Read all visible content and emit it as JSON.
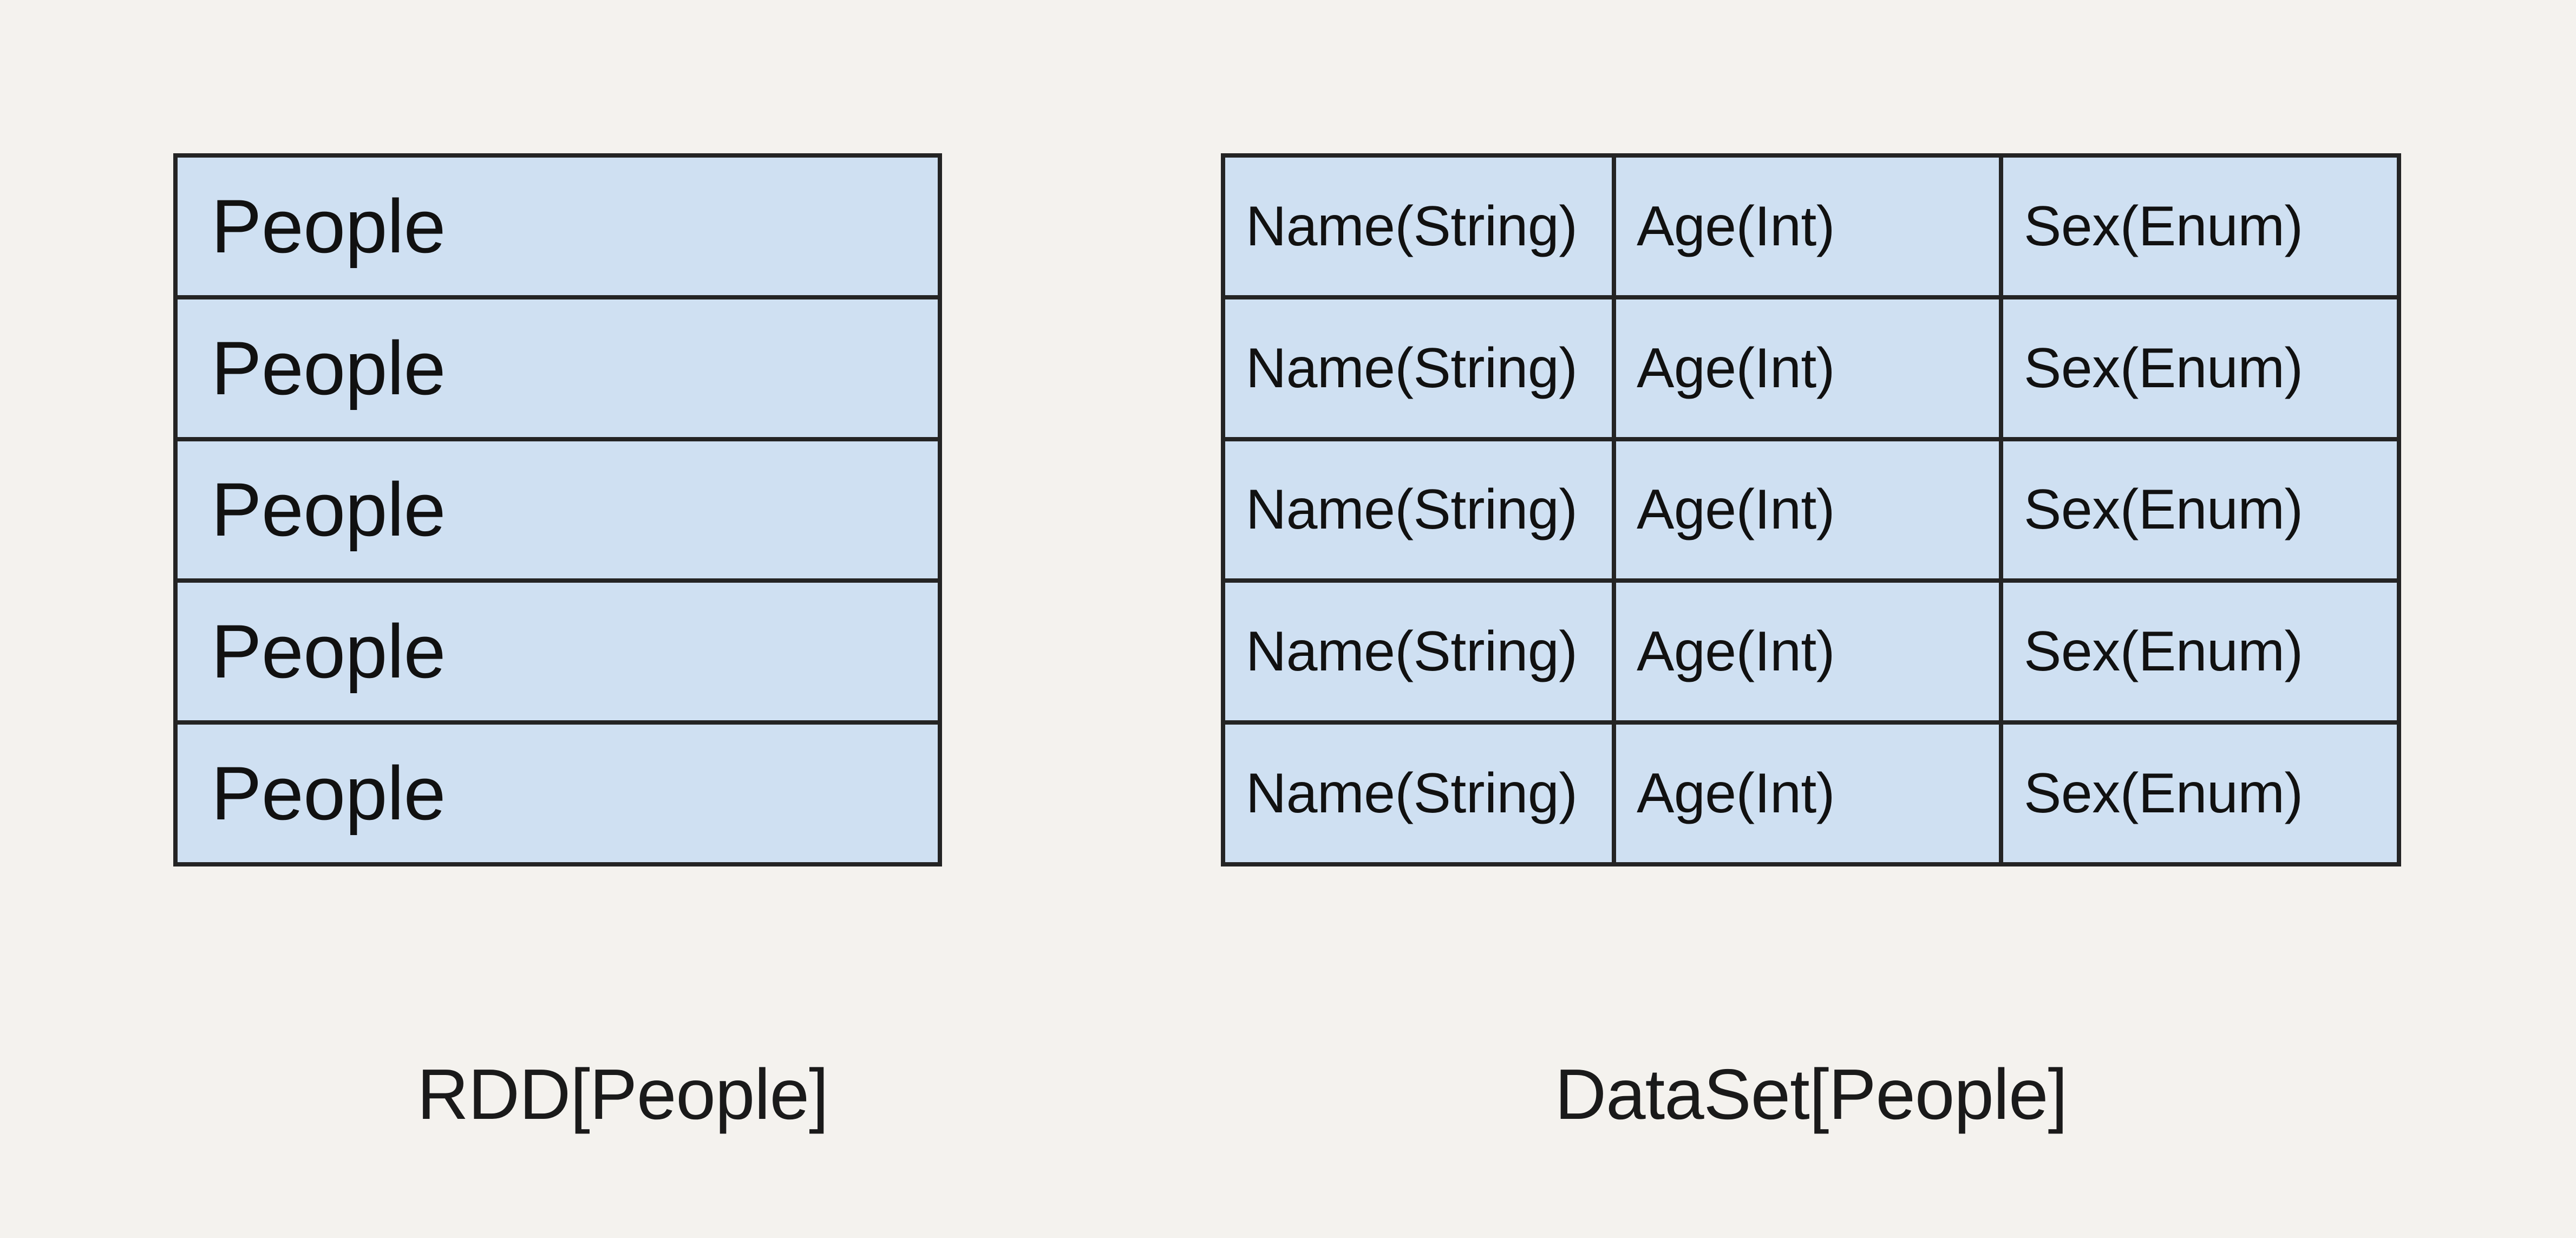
{
  "diagram": {
    "background_color": "#F4F2EE",
    "fill_color": "#CFE0F2",
    "border_color": "#242424",
    "text_color": "#111111"
  },
  "rdd": {
    "caption": "RDD[People]",
    "rows": [
      {
        "label": "People"
      },
      {
        "label": "People"
      },
      {
        "label": "People"
      },
      {
        "label": "People"
      },
      {
        "label": "People"
      }
    ]
  },
  "dataset": {
    "caption": "DataSet[People]",
    "columns": [
      "Name(String)",
      "Age(Int)",
      "Sex(Enum)"
    ],
    "rows": [
      [
        "Name(String)",
        "Age(Int)",
        "Sex(Enum)"
      ],
      [
        "Name(String)",
        "Age(Int)",
        "Sex(Enum)"
      ],
      [
        "Name(String)",
        "Age(Int)",
        "Sex(Enum)"
      ],
      [
        "Name(String)",
        "Age(Int)",
        "Sex(Enum)"
      ],
      [
        "Name(String)",
        "Age(Int)",
        "Sex(Enum)"
      ]
    ]
  }
}
